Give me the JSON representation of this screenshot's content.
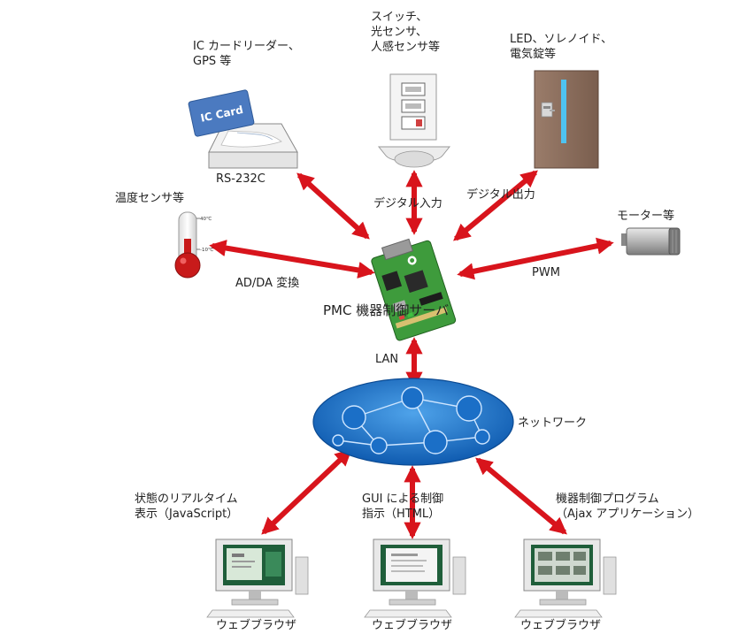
{
  "center": {
    "label": "PMC 機器制御サーバ"
  },
  "devices": {
    "ic_card": {
      "lines": [
        "IC カードリーダー、",
        "GPS 等"
      ],
      "card_text": "IC Card",
      "port_label": "RS-232C"
    },
    "switch": {
      "lines": [
        "スイッチ、",
        "光センサ、",
        "人感センサ等"
      ],
      "link_label": "デジタル入力"
    },
    "door": {
      "lines": [
        "LED、ソレノイド、",
        "電気錠等"
      ],
      "link_label": "デジタル出力"
    },
    "thermo": {
      "lines": [
        "温度センサ等"
      ],
      "link_label": "AD/DA 変換",
      "tick_high": "40℃",
      "tick_low": "-10℃"
    },
    "motor": {
      "lines": [
        "モーター等"
      ],
      "link_label": "PWM"
    }
  },
  "network": {
    "label": "ネットワーク",
    "lan_label": "LAN"
  },
  "clients": [
    {
      "lines": [
        "状態のリアルタイム",
        "表示（JavaScript）"
      ],
      "caption": "ウェブブラウザ"
    },
    {
      "lines": [
        "GUI による制御",
        "指示（HTML）"
      ],
      "caption": "ウェブブラウザ"
    },
    {
      "lines": [
        "機器制御プログラム",
        "（Ajax アプリケーション）"
      ],
      "caption": "ウェブブラウザ"
    }
  ],
  "colors": {
    "arrow": "#d8141c",
    "network_blue": "#1f73c9",
    "board_green": "#3e9b3c",
    "door_brown": "#8a6c5a"
  }
}
